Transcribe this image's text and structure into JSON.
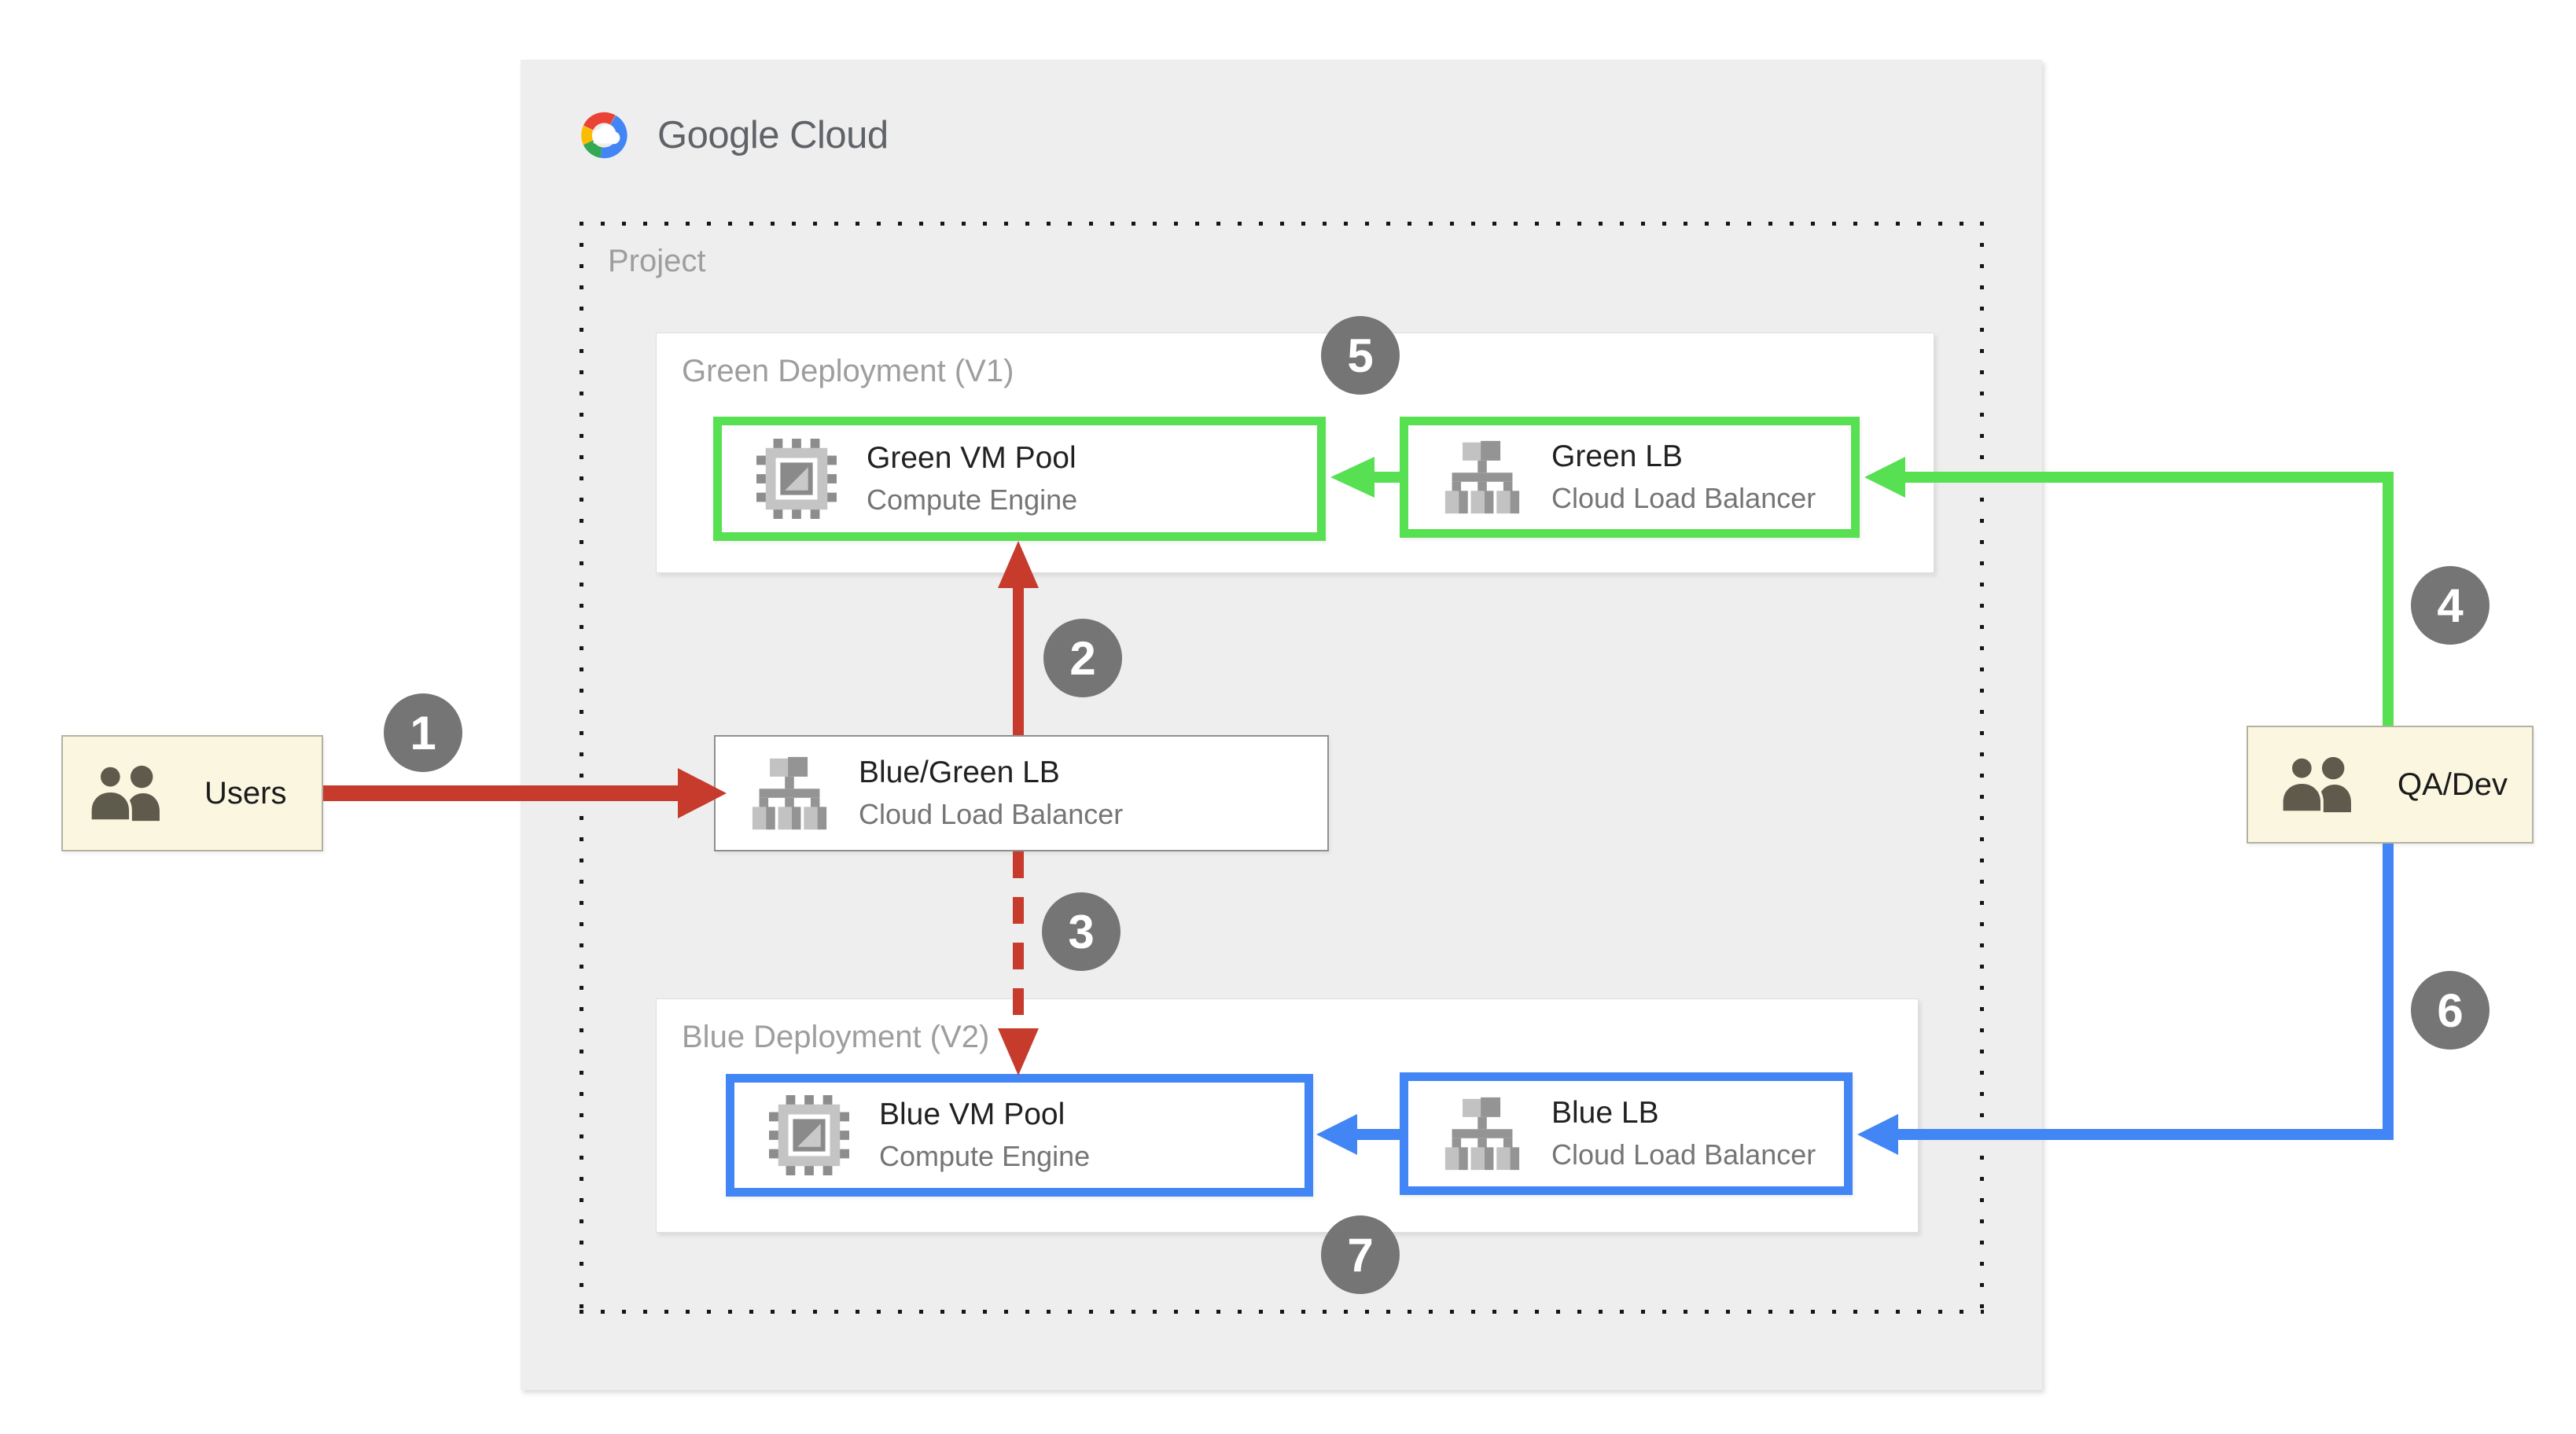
{
  "brand": {
    "name": "Google Cloud"
  },
  "project": {
    "label": "Project"
  },
  "green_deployment": {
    "label": "Green Deployment (V1)",
    "vm_pool": {
      "title": "Green VM Pool",
      "subtitle": "Compute Engine"
    },
    "lb": {
      "title": "Green LB",
      "subtitle": "Cloud Load Balancer"
    }
  },
  "blue_deployment": {
    "label": "Blue Deployment (V2)",
    "vm_pool": {
      "title": "Blue VM Pool",
      "subtitle": "Compute Engine"
    },
    "lb": {
      "title": "Blue LB",
      "subtitle": "Cloud Load Balancer"
    }
  },
  "router": {
    "title": "Blue/Green LB",
    "subtitle": "Cloud Load Balancer"
  },
  "actors": {
    "users": {
      "label": "Users"
    },
    "qa_dev": {
      "label": "QA/Dev"
    }
  },
  "steps": [
    {
      "num": "1"
    },
    {
      "num": "2"
    },
    {
      "num": "3"
    },
    {
      "num": "4"
    },
    {
      "num": "5"
    },
    {
      "num": "6"
    },
    {
      "num": "7"
    }
  ],
  "colors": {
    "red": "#C63B2C",
    "green": "#56E052",
    "blue": "#4285F4",
    "badge_gray": "#757575",
    "panel_gray": "#EEEEEE",
    "actor_fill": "#FAF6E0",
    "label_gray": "#9E9E9E",
    "title_dark": "#212121",
    "subtitle_gray": "#757575"
  }
}
